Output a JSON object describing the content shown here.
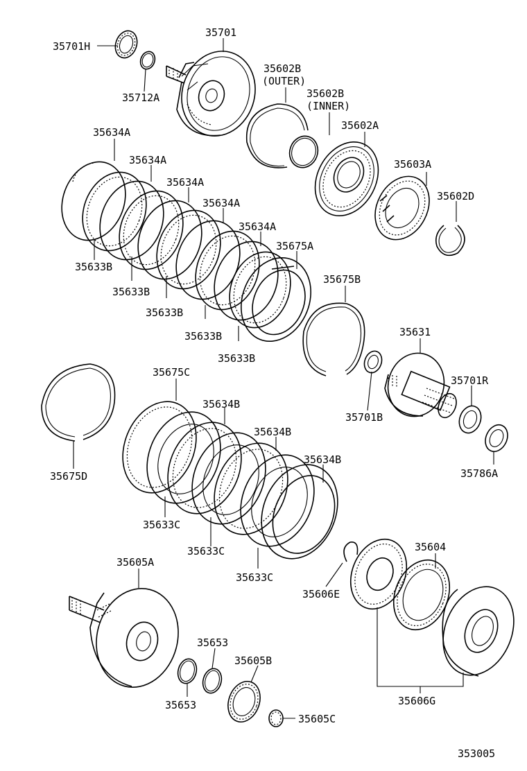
{
  "diagram": {
    "labels": {
      "l35701H": "35701H",
      "l35701": "35701",
      "l35712A": "35712A",
      "l35602B_outer": "35602B",
      "l35602B_outer_sub": "(OUTER)",
      "l35602B_inner": "35602B",
      "l35602B_inner_sub": "(INNER)",
      "l35602A": "35602A",
      "l35603A": "35603A",
      "l35602D": "35602D",
      "l35634A_1": "35634A",
      "l35634A_2": "35634A",
      "l35634A_3": "35634A",
      "l35634A_4": "35634A",
      "l35634A_5": "35634A",
      "l35675A": "35675A",
      "l35633B_1": "35633B",
      "l35633B_2": "35633B",
      "l35633B_3": "35633B",
      "l35633B_4": "35633B",
      "l35633B_5": "35633B",
      "l35675B": "35675B",
      "l35631": "35631",
      "l35701R": "35701R",
      "l35701B": "35701B",
      "l35786A": "35786A",
      "l35675D": "35675D",
      "l35675C": "35675C",
      "l35634B_1": "35634B",
      "l35634B_2": "35634B",
      "l35634B_3": "35634B",
      "l35633C_1": "35633C",
      "l35633C_2": "35633C",
      "l35633C_3": "35633C",
      "l35606E": "35606E",
      "l35605A": "35605A",
      "l35604": "35604",
      "l35653_1": "35653",
      "l35653_2": "35653",
      "l35605B": "35605B",
      "l35605C": "35605C",
      "l35606G": "35606G",
      "figure_number": "353005"
    }
  }
}
